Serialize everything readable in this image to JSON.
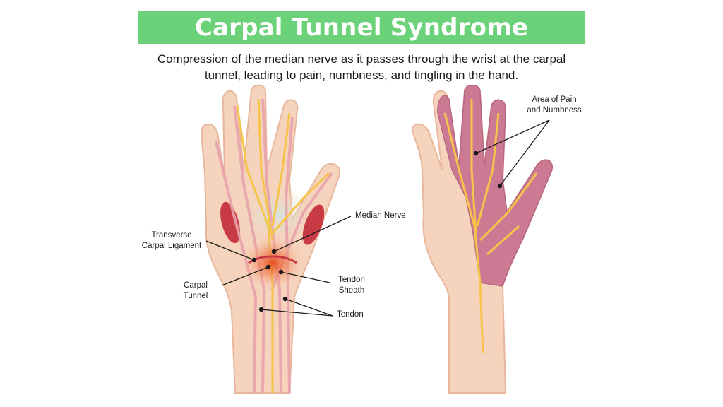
{
  "title": "Carpal Tunnel Syndrome",
  "subtitle": {
    "line1": "Compression of the median nerve as it passes through the wrist at the carpal",
    "line2": "tunnel, leading to pain, numbness, and tingling in the hand."
  },
  "labels": {
    "median_nerve": "Median Nerve",
    "transverse_carpal_ligament": {
      "line1": "Transverse",
      "line2": "Carpal Ligament"
    },
    "carpal_tunnel": {
      "line1": "Carpal",
      "line2": "Tunnel"
    },
    "tendon_sheath": {
      "line1": "Tendon",
      "line2": "Sheath"
    },
    "tendon": "Tendon",
    "area_of_pain": {
      "line1": "Area of Pain",
      "line2": "and Numbness"
    }
  },
  "colors": {
    "banner": "#6cd27a",
    "skin": "#f6d3bd",
    "skin_outline": "#e8b69b",
    "nerve": "#f5c44a",
    "tendon": "#e8a3ad",
    "muscle": "#c83b45",
    "inflammation": "#e84a1e",
    "numb_area": "#c8718f"
  }
}
